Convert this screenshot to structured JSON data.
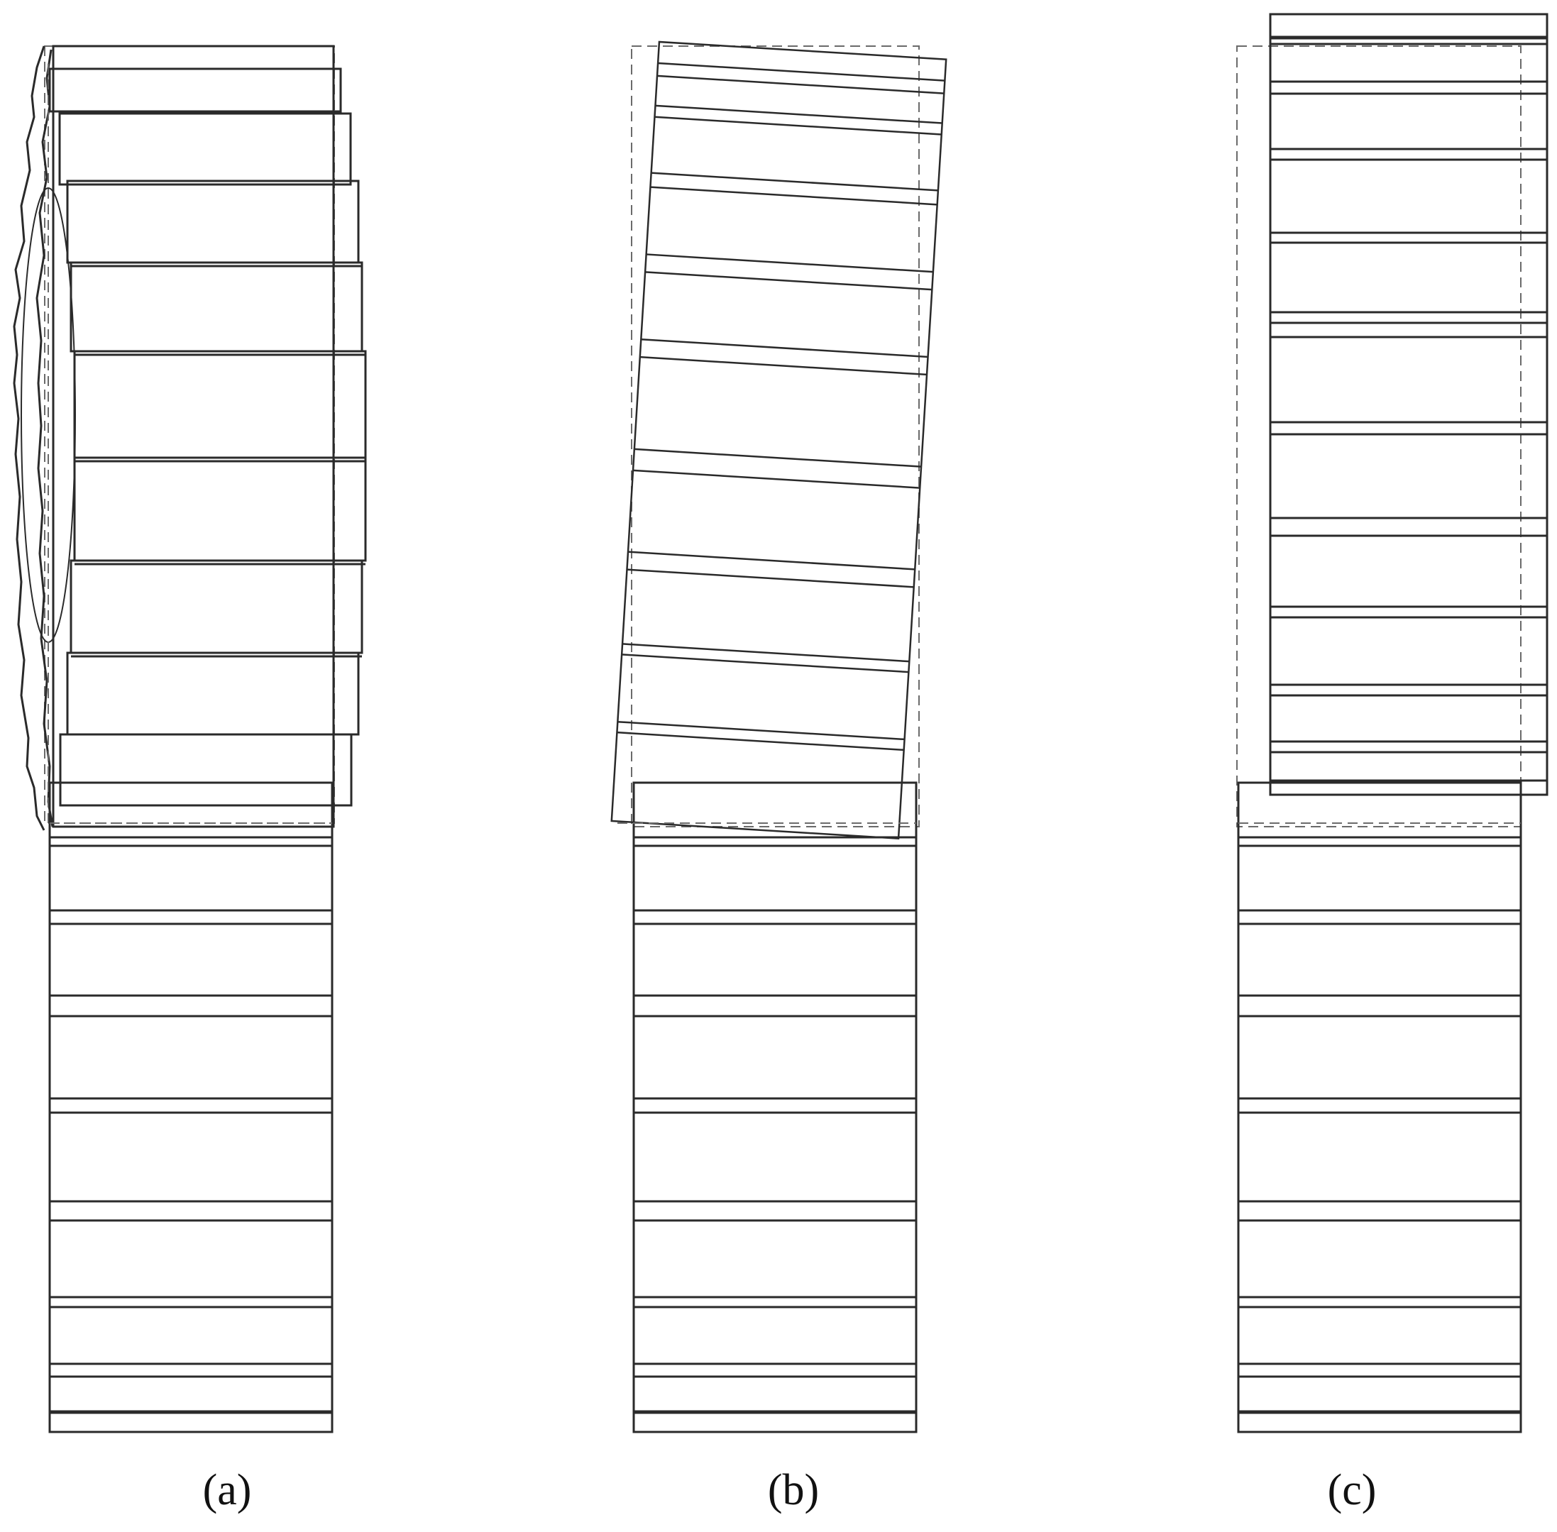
{
  "figure": {
    "panels": [
      {
        "id": "a",
        "label": "(a)",
        "description_view": "wheel-side"
      },
      {
        "id": "b",
        "label": "(b)",
        "description_view": "tilted"
      },
      {
        "id": "c",
        "label": "(c)",
        "description_view": "shifted"
      }
    ]
  },
  "colors": {
    "line": "#2a2a2a",
    "dashed": "#6a6a6a",
    "background": "#ffffff"
  }
}
